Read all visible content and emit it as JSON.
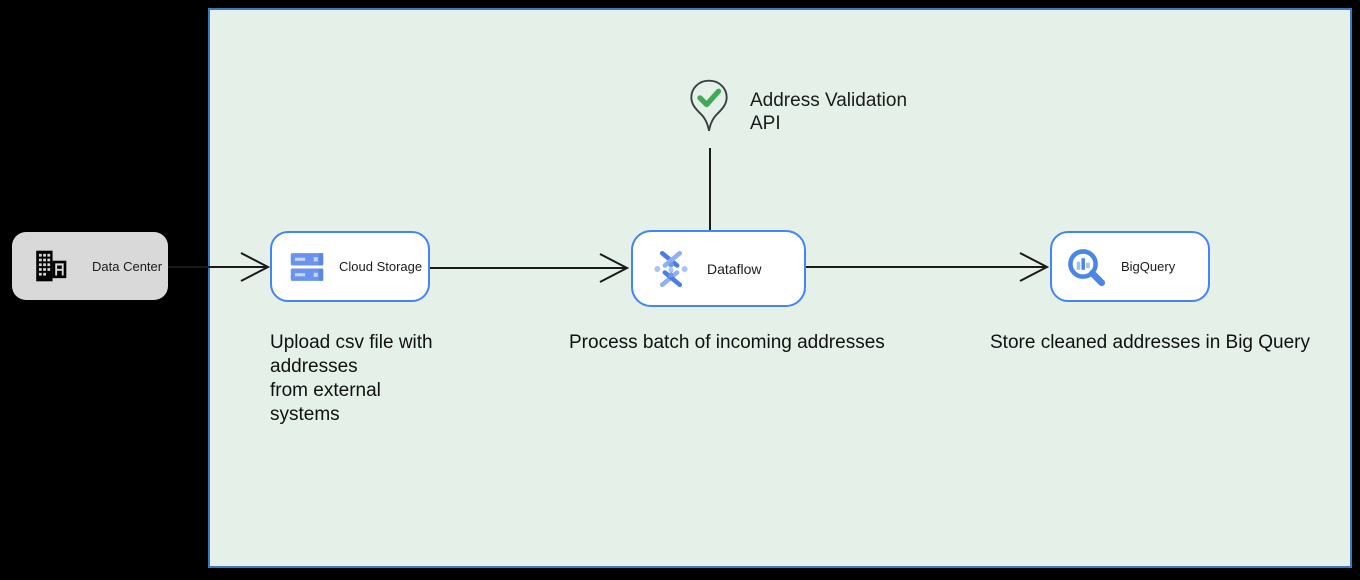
{
  "canvas": {
    "background": "#000000"
  },
  "panel": {
    "fill": "#e4f0e8",
    "border_color": "#3a7abf"
  },
  "colors": {
    "node_border_blue": "#4285f4",
    "node_fill": "#ffffff",
    "gray_node_fill": "#d9d9d9",
    "icon_blue": "#4a86e8",
    "icon_blue_light": "#a9c4f7",
    "check_green": "#3fab57",
    "connector": "#1a1a1a",
    "text": "#111111"
  },
  "nodes": {
    "data_center": {
      "label": "Data Center",
      "icon": "building-icon"
    },
    "cloud_storage": {
      "label": "Cloud Storage",
      "icon": "cloud-storage-icon"
    },
    "dataflow": {
      "label": "Dataflow",
      "icon": "dataflow-icon"
    },
    "bigquery": {
      "label": "BigQuery",
      "icon": "bigquery-icon"
    }
  },
  "annotations": {
    "address_validation": {
      "line1": "Address Validation",
      "line2": "API",
      "icon": "map-pin-check-icon"
    },
    "upload": {
      "lines": [
        "Upload csv file with",
        "addresses",
        "from external",
        "systems"
      ]
    },
    "process": "Process batch of incoming addresses",
    "store": "Store cleaned addresses in Big Query"
  },
  "connectors": [
    "data-center to cloud-storage",
    "cloud-storage to dataflow",
    "dataflow to bigquery",
    "address-validation-api to dataflow"
  ]
}
